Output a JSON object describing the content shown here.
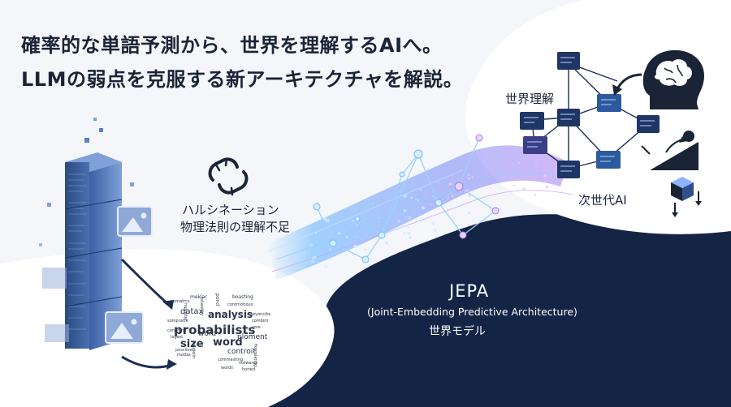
{
  "headline": {
    "line1": "確率的な単語予測から、世界を理解するAIへ。",
    "line2": "LLMの弱点を克服する新アーキテクチャを解説。"
  },
  "problems": {
    "line1": "ハルシネーション",
    "line2": "物理法則の理解不足"
  },
  "jepa": {
    "title": "JEPA",
    "full_name": "(Joint-Embedding Predictive Architecture)",
    "subtitle": "世界モデル"
  },
  "world_understanding_label": "世界理解",
  "next_gen_label": "次世代AI",
  "word_cloud": [
    {
      "text": "probabilists",
      "size": 15
    },
    {
      "text": "analysis",
      "size": 12
    },
    {
      "text": "size",
      "size": 13
    },
    {
      "text": "word",
      "size": 13
    },
    {
      "text": "datax",
      "size": 10
    },
    {
      "text": "word",
      "size": 9
    },
    {
      "text": "ploment",
      "size": 9
    },
    {
      "text": "controit",
      "size": 9
    },
    {
      "text": "boasting",
      "size": 6
    },
    {
      "text": "meklar",
      "size": 6
    },
    {
      "text": "pond",
      "size": 6
    },
    {
      "text": "roliability",
      "size": 5
    },
    {
      "text": "contrnotious",
      "size": 5
    },
    {
      "text": "nomatrcs",
      "size": 5
    },
    {
      "text": "aevoncibs",
      "size": 5
    },
    {
      "text": "combint",
      "size": 5
    },
    {
      "text": "core",
      "size": 5
    },
    {
      "text": "sompratte",
      "size": 5
    },
    {
      "text": "condoms",
      "size": 5
    },
    {
      "text": "logast",
      "size": 5
    },
    {
      "text": "nosuster",
      "size": 5
    },
    {
      "text": "modas",
      "size": 5
    },
    {
      "text": "poscitve",
      "size": 5
    },
    {
      "text": "commesting",
      "size": 5
    },
    {
      "text": "notwares",
      "size": 5
    },
    {
      "text": "horied",
      "size": 5
    },
    {
      "text": "words",
      "size": 5
    },
    {
      "text": "mudolin",
      "size": 5
    },
    {
      "text": "floorsleting",
      "size": 5
    }
  ],
  "colors": {
    "navy": "#142445",
    "accent_blue": "#3b82f6",
    "accent_purple": "#8b5cf6",
    "background": "#f4f6fa"
  },
  "icons": [
    "broken-chain-icon",
    "brain-head-icon",
    "cube-icon",
    "ramp-ball-icon",
    "image-icon"
  ]
}
